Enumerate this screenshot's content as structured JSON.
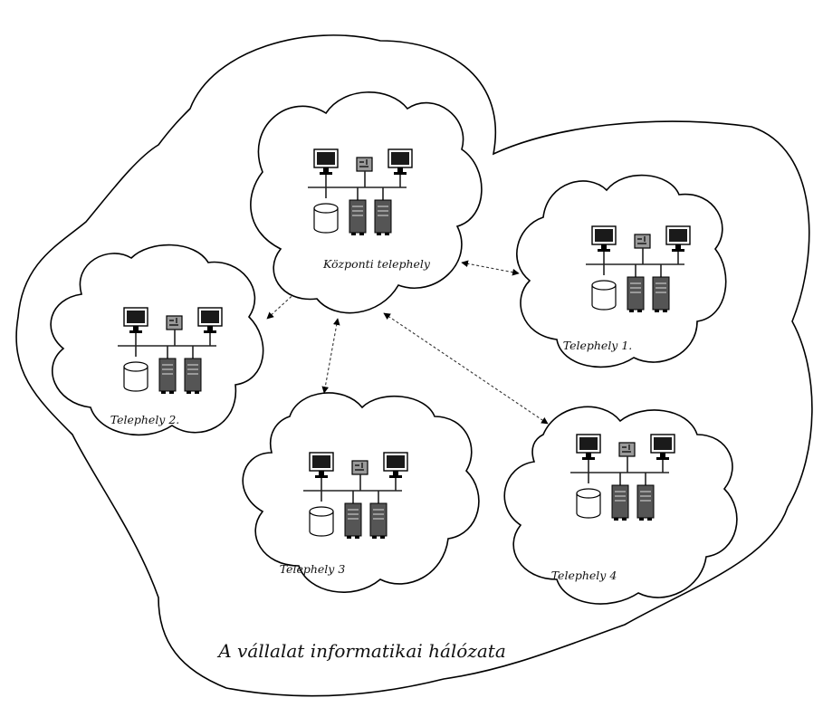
{
  "diagram": {
    "outer_label": "A vállalat informatikai hálózata",
    "sites": [
      {
        "id": "kozponti",
        "label": "Központi telephely"
      },
      {
        "id": "t1",
        "label": "Telephely 1."
      },
      {
        "id": "t2",
        "label": "Telephely 2."
      },
      {
        "id": "t3",
        "label": "Telephely 3"
      },
      {
        "id": "t4",
        "label": "Telephely 4"
      }
    ],
    "links": [
      {
        "from": "kozponti",
        "to": "t1"
      },
      {
        "from": "kozponti",
        "to": "t2"
      },
      {
        "from": "kozponti",
        "to": "t3"
      },
      {
        "from": "kozponti",
        "to": "t4"
      }
    ],
    "colors": {
      "stroke": "#000000",
      "monitor_screen": "#1a1a1a",
      "server_body": "#555555",
      "database": "#ffffff"
    }
  }
}
